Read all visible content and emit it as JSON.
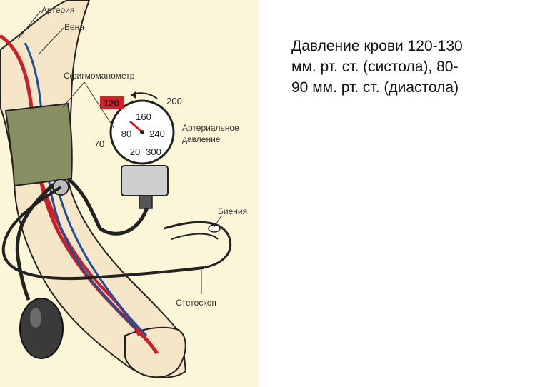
{
  "illustration": {
    "labels": {
      "artery": "Артерия",
      "vein": "Вена",
      "sphygmomanometer": "Сфигмоманометр",
      "arterial_pressure_line1": "Артериальное",
      "arterial_pressure_line2": "давление",
      "beats": "Биения",
      "stethoscope": "Стетоскоп"
    },
    "gauge": {
      "highlight": "120",
      "outer_200": "200",
      "outer_70": "70",
      "inner_160": "160",
      "inner_80": "80",
      "inner_240": "240",
      "inner_20": "20",
      "inner_300": "300"
    },
    "colors": {
      "background": "#fbf6d8",
      "artery": "#c8202a",
      "vein": "#1f4f9c",
      "cuff": "#8a8f63",
      "highlight": "#d81e28"
    }
  },
  "caption": {
    "line1": "Давление крови 120-130",
    "line2": "мм. рт. ст. (систола), 80-",
    "line3": "90 мм. рт. ст. (диастола)"
  }
}
